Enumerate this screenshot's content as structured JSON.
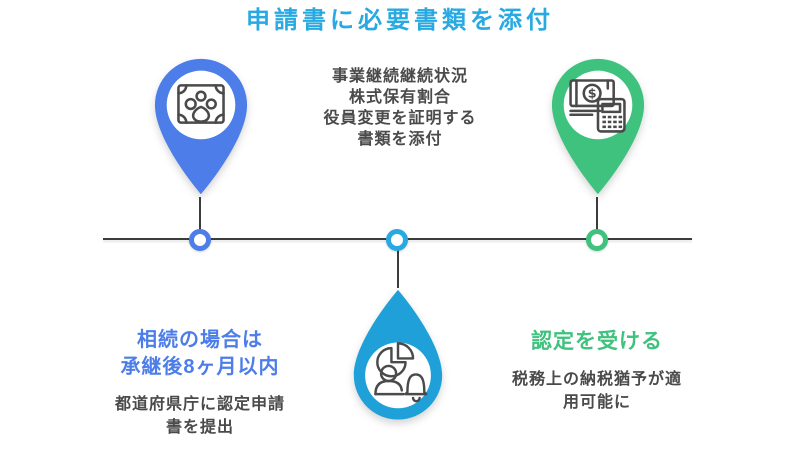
{
  "title": "申請書に必要書類を添付",
  "colors": {
    "blue": "#4C7DE9",
    "cyan": "#29A9E2",
    "pincyan": "#1FA0D8",
    "green": "#3EC27D",
    "dark": "#4A4A4A",
    "line": "#3C3C3C"
  },
  "top_note": {
    "lines": [
      "事業継続継続状況",
      "株式保有割合",
      "役員変更を証明する",
      "書類を添付"
    ]
  },
  "milestones": {
    "left": {
      "icon": "banknote-paw-icon",
      "color": "#4C7DE9"
    },
    "center": {
      "icon": "pie-person-bell-icon",
      "color": "#1FA0D8"
    },
    "right": {
      "icon": "cash-calculator-icon",
      "color": "#3EC27D",
      "currency_symbol": "$"
    }
  },
  "bottom_left": {
    "heading_lines": [
      "相続の場合は",
      "承継後8ヶ月以内"
    ],
    "body_lines": [
      "都道府県庁に認定申請",
      "書を提出"
    ]
  },
  "bottom_right": {
    "heading": "認定を受ける",
    "body_lines": [
      "税務上の納税猶予が適",
      "用可能に"
    ]
  }
}
